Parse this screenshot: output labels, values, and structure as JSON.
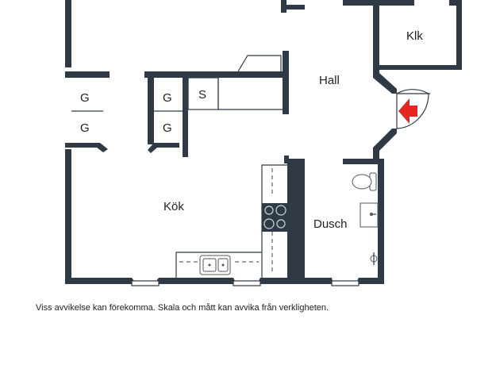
{
  "rooms": {
    "klk": "Klk",
    "hall": "Hall",
    "kok": "Kök",
    "dusch": "Dusch"
  },
  "storage": {
    "g1": "G",
    "g2": "G",
    "g3": "G",
    "g4": "G",
    "s": "S"
  },
  "disclaimer": "Viss avvikelse kan förekomma. Skala och mått kan avvika från verkligheten.",
  "colors": {
    "wall": "#2f3a46",
    "entrance_arrow": "#e8251f"
  },
  "icons": {
    "entrance": "entrance-arrow-icon",
    "stove": "stove-icon",
    "sink": "kitchen-sink-icon",
    "toilet": "toilet-icon",
    "washbasin": "washbasin-icon"
  }
}
